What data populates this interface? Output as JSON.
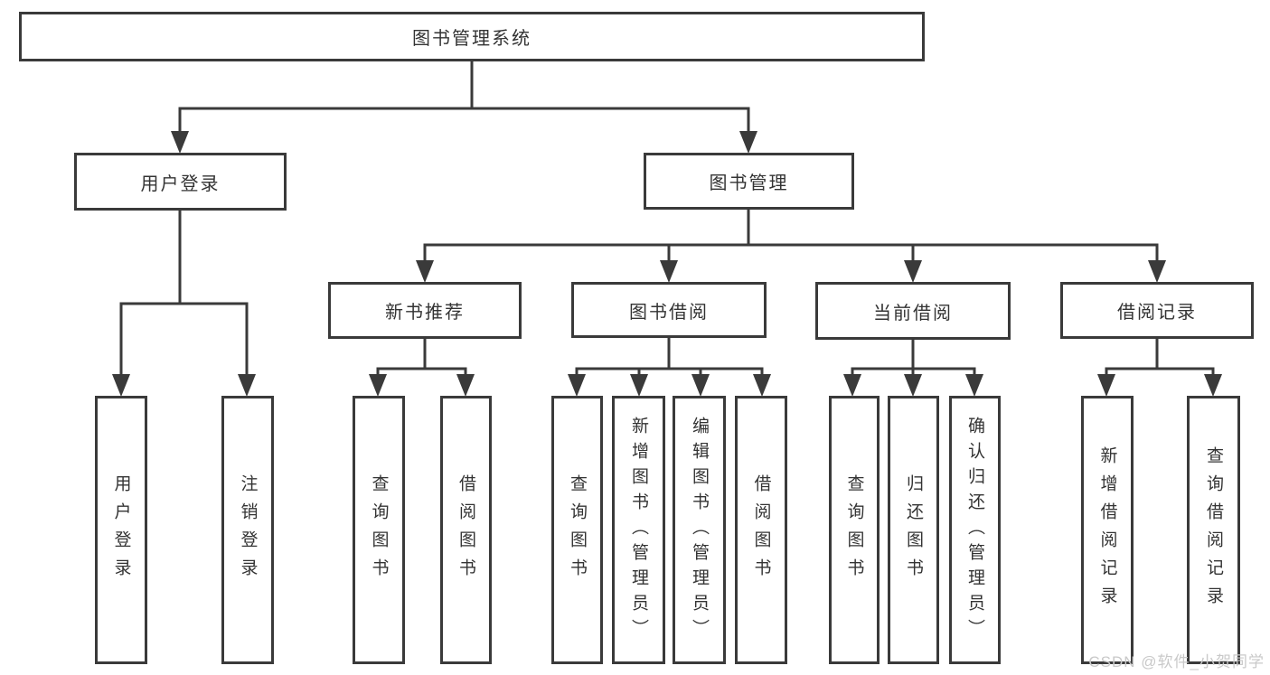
{
  "diagram": {
    "root": "图书管理系统",
    "branches": {
      "user_login": "用户登录",
      "book_management": "图书管理"
    },
    "modules": {
      "new_book_recommendation": "新书推荐",
      "book_borrowing": "图书借阅",
      "current_borrowing": "当前借阅",
      "borrowing_records": "借阅记录"
    },
    "leaves": {
      "user_login": [
        "用户登录",
        "注销登录"
      ],
      "new_book_recommendation": [
        "查询图书",
        "借阅图书"
      ],
      "book_borrowing": [
        "查询图书",
        "新增图书（管理员）",
        "编辑图书（管理员）",
        "借阅图书"
      ],
      "current_borrowing": [
        "查询图书",
        "归还图书",
        "确认归还（管理员）"
      ],
      "borrowing_records": [
        "新增借阅记录",
        "查询借阅记录"
      ]
    },
    "watermark": "CSDN @软件_小贺同学",
    "colors": {
      "line": "#3a3a3a",
      "text": "#333333",
      "watermark": "#c9c9c9",
      "background": "#ffffff"
    }
  }
}
